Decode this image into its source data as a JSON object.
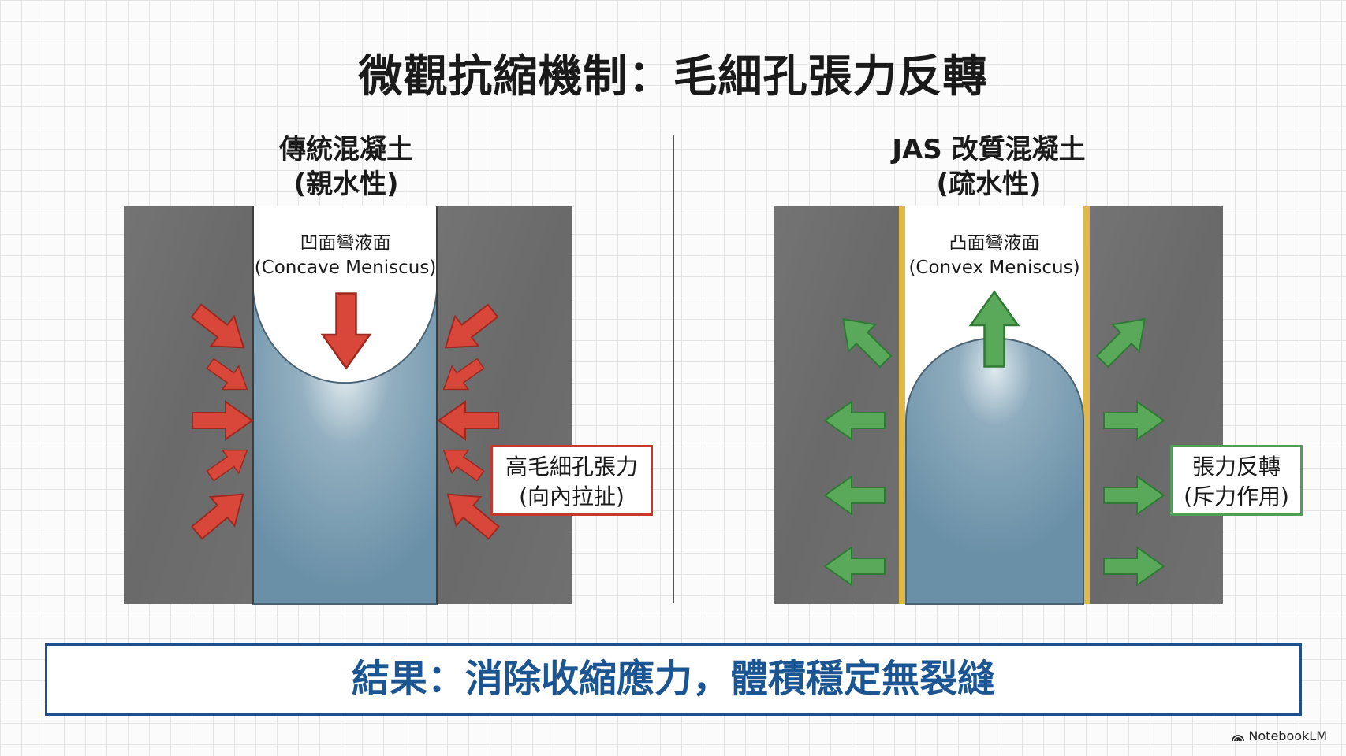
{
  "title": "微觀抗縮機制：毛細孔張力反轉",
  "left": {
    "heading": "傳統混凝土",
    "subheading": "(親水性)",
    "meniscus_label": "凹面彎液面",
    "meniscus_label_en": "(Concave Meniscus)",
    "tag_line1": "高毛細孔張力",
    "tag_line2": "(向內拉扯)",
    "arrow_color": "#d9473b"
  },
  "right": {
    "heading": "JAS 改質混凝土",
    "subheading": "(疏水性)",
    "meniscus_label": "凸面彎液面",
    "meniscus_label_en": "(Convex Meniscus)",
    "tag_line1": "張力反轉",
    "tag_line2": "(斥力作用)",
    "arrow_color": "#5aa95a"
  },
  "result": "結果：消除收縮應力，體積穩定無裂縫",
  "brand": "NotebookLM"
}
